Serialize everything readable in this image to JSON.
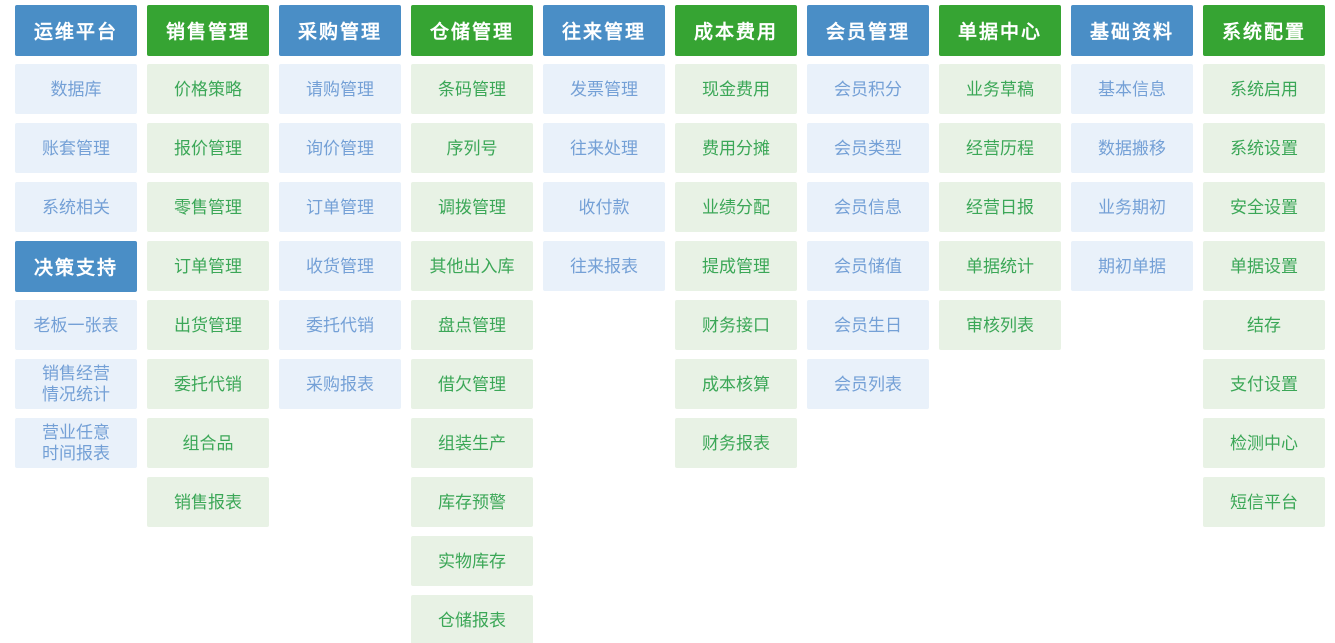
{
  "colors": {
    "blue_header_bg": "#4a8ec6",
    "green_header_bg": "#36a433",
    "blue_item_bg": "#e9f1fa",
    "blue_item_text": "#74a0d6",
    "green_item_bg": "#e8f2e5",
    "green_item_text": "#3ba757",
    "header_text": "#ffffff",
    "page_bg": "#ffffff"
  },
  "menu": {
    "columns": [
      {
        "id": "ops-platform",
        "theme": "blue",
        "sections": [
          {
            "id": "ops-platform",
            "header": {
              "label": "运维平台"
            },
            "items": [
              {
                "label": "数据库"
              },
              {
                "label": "账套管理"
              },
              {
                "label": "系统相关"
              }
            ]
          },
          {
            "id": "decision-support",
            "header": {
              "label": "决策支持"
            },
            "items": [
              {
                "label": "老板一张表"
              },
              {
                "label": "销售经营\n情况统计"
              },
              {
                "label": "营业任意\n时间报表"
              }
            ]
          }
        ]
      },
      {
        "id": "sales-mgmt",
        "theme": "green",
        "sections": [
          {
            "id": "sales-mgmt",
            "header": {
              "label": "销售管理"
            },
            "items": [
              {
                "label": "价格策略"
              },
              {
                "label": "报价管理"
              },
              {
                "label": "零售管理"
              },
              {
                "label": "订单管理"
              },
              {
                "label": "出货管理"
              },
              {
                "label": "委托代销"
              },
              {
                "label": "组合品"
              },
              {
                "label": "销售报表"
              }
            ]
          }
        ]
      },
      {
        "id": "purchase-mgmt",
        "theme": "blue",
        "sections": [
          {
            "id": "purchase-mgmt",
            "header": {
              "label": "采购管理"
            },
            "items": [
              {
                "label": "请购管理"
              },
              {
                "label": "询价管理"
              },
              {
                "label": "订单管理"
              },
              {
                "label": "收货管理"
              },
              {
                "label": "委托代销"
              },
              {
                "label": "采购报表"
              }
            ]
          }
        ]
      },
      {
        "id": "warehouse-mgmt",
        "theme": "green",
        "sections": [
          {
            "id": "warehouse-mgmt",
            "header": {
              "label": "仓储管理"
            },
            "items": [
              {
                "label": "条码管理"
              },
              {
                "label": "序列号"
              },
              {
                "label": "调拨管理"
              },
              {
                "label": "其他出入库"
              },
              {
                "label": "盘点管理"
              },
              {
                "label": "借欠管理"
              },
              {
                "label": "组装生产"
              },
              {
                "label": "库存预警"
              },
              {
                "label": "实物库存"
              },
              {
                "label": "仓储报表"
              }
            ]
          }
        ]
      },
      {
        "id": "transaction-mgmt",
        "theme": "blue",
        "sections": [
          {
            "id": "transaction-mgmt",
            "header": {
              "label": "往来管理"
            },
            "items": [
              {
                "label": "发票管理"
              },
              {
                "label": "往来处理"
              },
              {
                "label": "收付款"
              },
              {
                "label": "往来报表"
              }
            ]
          }
        ]
      },
      {
        "id": "cost-expense",
        "theme": "green",
        "sections": [
          {
            "id": "cost-expense",
            "header": {
              "label": "成本费用"
            },
            "items": [
              {
                "label": "现金费用"
              },
              {
                "label": "费用分摊"
              },
              {
                "label": "业绩分配"
              },
              {
                "label": "提成管理"
              },
              {
                "label": "财务接口"
              },
              {
                "label": "成本核算"
              },
              {
                "label": "财务报表"
              }
            ]
          }
        ]
      },
      {
        "id": "member-mgmt",
        "theme": "blue",
        "sections": [
          {
            "id": "member-mgmt",
            "header": {
              "label": "会员管理"
            },
            "items": [
              {
                "label": "会员积分"
              },
              {
                "label": "会员类型"
              },
              {
                "label": "会员信息"
              },
              {
                "label": "会员储值"
              },
              {
                "label": "会员生日"
              },
              {
                "label": "会员列表"
              }
            ]
          }
        ]
      },
      {
        "id": "document-center",
        "theme": "green",
        "sections": [
          {
            "id": "document-center",
            "header": {
              "label": "单据中心"
            },
            "items": [
              {
                "label": "业务草稿"
              },
              {
                "label": "经营历程"
              },
              {
                "label": "经营日报"
              },
              {
                "label": "单据统计"
              },
              {
                "label": "审核列表"
              }
            ]
          }
        ]
      },
      {
        "id": "basic-data",
        "theme": "blue",
        "sections": [
          {
            "id": "basic-data",
            "header": {
              "label": "基础资料"
            },
            "items": [
              {
                "label": "基本信息"
              },
              {
                "label": "数据搬移"
              },
              {
                "label": "业务期初"
              },
              {
                "label": "期初单据"
              }
            ]
          }
        ]
      },
      {
        "id": "system-config",
        "theme": "green",
        "sections": [
          {
            "id": "system-config",
            "header": {
              "label": "系统配置"
            },
            "items": [
              {
                "label": "系统启用"
              },
              {
                "label": "系统设置"
              },
              {
                "label": "安全设置"
              },
              {
                "label": "单据设置"
              },
              {
                "label": "结存"
              },
              {
                "label": "支付设置"
              },
              {
                "label": "检测中心"
              },
              {
                "label": "短信平台"
              }
            ]
          }
        ]
      }
    ]
  }
}
